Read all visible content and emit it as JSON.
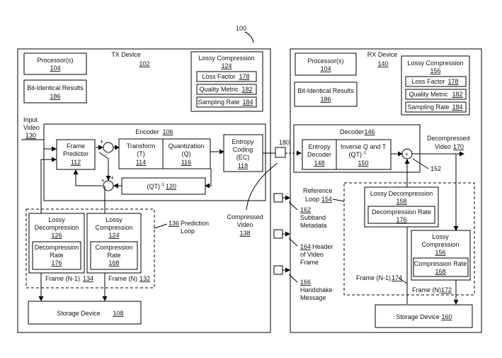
{
  "figure_number": "100",
  "tx": {
    "device": "TX Device",
    "device_num": "102",
    "processor": "Processor(s)",
    "processor_num": "104",
    "bit_identical": "Bit-Identical Results",
    "bit_identical_num": "186",
    "lossy_comp": "Lossy  Compression",
    "lossy_comp_num": "124",
    "loss_factor": "Loss Factor",
    "loss_factor_num": "178",
    "quality_metric": "Quality Metric",
    "quality_metric_num": "182",
    "sampling_rate": "Sampling Rate",
    "sampling_rate_num": "184",
    "input_video_l1": "Input",
    "input_video_l2": "Video",
    "input_video_num": "130",
    "encoder": "Encoder",
    "encoder_num": "106",
    "frame_predictor_l1": "Frame",
    "frame_predictor_l2": "Predictor",
    "frame_predictor_num": "112",
    "transform_l1": "Transform",
    "transform_l2": "(T)",
    "transform_num": "114",
    "quantization_l1": "Quantization",
    "quantization_l2": "(Q)",
    "quantization_num": "116",
    "entropy_l1": "Entropy",
    "entropy_l2": "Coding",
    "entropy_l3": "(EC)",
    "entropy_num": "118",
    "inverse_qt": "(QT)",
    "inverse_qt_sup": "-1",
    "inverse_qt_num": "120",
    "lossy_decomp_l1": "Lossy",
    "lossy_decomp_l2": "Decompression",
    "lossy_decomp_num": "126",
    "decomp_rate_l1": "Decompression",
    "decomp_rate_l2": "Rate",
    "decomp_rate_num": "176",
    "lossy_comp2_l1": "Lossy",
    "lossy_comp2_l2": "Compression",
    "lossy_comp2_num": "124",
    "comp_rate_l1": "Compression",
    "comp_rate_l2": "Rate",
    "comp_rate_num": "168",
    "prediction_loop_num": "136",
    "prediction_loop_l1": "Prediction",
    "prediction_loop_l2": "Loop",
    "frame_n1": "Frame (N-1)",
    "frame_n1_num": "134",
    "frame_n": "Frame (N)",
    "frame_n_num": "132",
    "storage": "Storage Device",
    "storage_num": "108"
  },
  "middle": {
    "num_180": "180",
    "compressed_l1": "Compressed",
    "compressed_l2": "Video",
    "compressed_num": "138",
    "subband_num": "162",
    "subband_l1": "Subband",
    "subband_l2": "Metadata",
    "header_num": "164",
    "header_l1": "Header",
    "header_l2": "of Video",
    "header_l3": "Frame",
    "handshake_num": "166",
    "handshake_l1": "Handshake",
    "handshake_l2": "Message"
  },
  "rx": {
    "device": "RX Device",
    "device_num": "140",
    "processor": "Processor(s)",
    "processor_num": "104",
    "bit_identical": "Bit-Identical Results",
    "bit_identical_num": "186",
    "lossy_comp": "Lossy  Compression",
    "lossy_comp_num": "156",
    "loss_factor": "Loss Factor",
    "loss_factor_num": "178",
    "quality_metric": "Quality Metric",
    "quality_metric_num": "182",
    "sampling_rate": "Sampling Rate",
    "sampling_rate_num": "184",
    "decoder": "Decoder",
    "decoder_num": "146",
    "entropy_dec_l1": "Entropy",
    "entropy_dec_l2": "Decoder",
    "entropy_dec_num": "148",
    "inverse_l1": "Inverse Q and T",
    "inverse_l2": "(QT)",
    "inverse_sup": "-1",
    "inverse_num": "150",
    "decompressed_l1": "Decompressed",
    "decompressed_l2": "Video",
    "decompressed_num": "170",
    "num_152": "152",
    "ref_loop_l1": "Reference",
    "ref_loop_l2": "Loop",
    "ref_loop_num": "154",
    "lossy_decomp": "Lossy Decompression",
    "lossy_decomp_num": "158",
    "decomp_rate": "Decompression Rate",
    "decomp_rate_num": "176",
    "lossy_comp2_l1": "Lossy",
    "lossy_comp2_l2": "Compression",
    "lossy_comp2_num": "156",
    "comp_rate": "Compression Rate",
    "comp_rate_num": "168",
    "frame_n1": "Frame (N-1)",
    "frame_n1_num": "174",
    "frame_n": "Frame (N)",
    "frame_n_num": "172",
    "storage": "Storage Device",
    "storage_num": "160"
  }
}
